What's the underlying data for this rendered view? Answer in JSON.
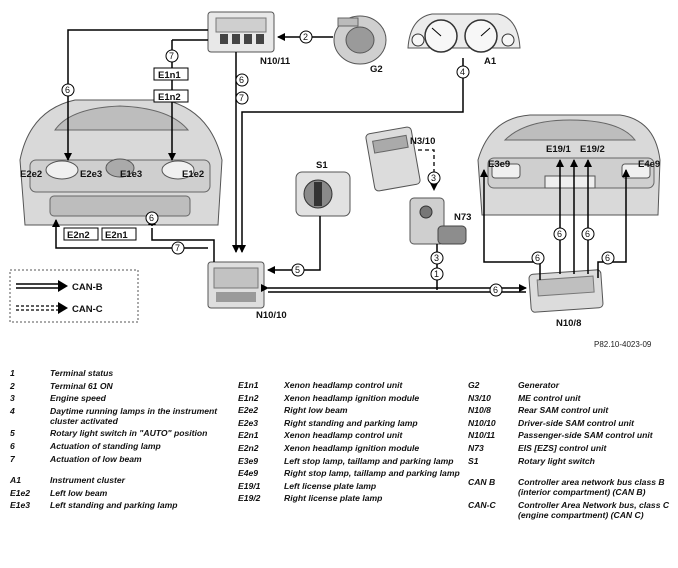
{
  "diagram": {
    "labels": {
      "n10_11": "N10/11",
      "g2": "G2",
      "a1": "A1",
      "e1n1": "E1n1",
      "e1n2": "E1n2",
      "e2e2": "E2e2",
      "e2e3": "E2e3",
      "e1e3": "E1e3",
      "e1e2": "E1e2",
      "e2n2": "E2n2",
      "e2n1": "E2n1",
      "s1": "S1",
      "n3_10": "N3/10",
      "n73": "N73",
      "e3e9": "E3e9",
      "e19_1": "E19/1",
      "e19_2": "E19/2",
      "e4e9": "E4e9",
      "n10_10": "N10/10",
      "n10_8": "N10/8",
      "can_b": "CAN-B",
      "can_c": "CAN-C"
    },
    "circles": {
      "c2": "2",
      "c4": "4",
      "c7a": "7",
      "c6a": "6",
      "c7b": "7",
      "c6b": "6",
      "c6c": "6",
      "c7c": "7",
      "c5": "5",
      "c3a": "3",
      "c3b": "3",
      "c1": "1",
      "c6d": "6",
      "c6e": "6",
      "c6f": "6",
      "c6g": "6",
      "c6h": "6"
    },
    "ref_code": "P82.10-4023-09"
  },
  "legend": {
    "col1": [
      {
        "k": "1",
        "v": "Terminal status"
      },
      {
        "k": "2",
        "v": "Terminal 61 ON"
      },
      {
        "k": "3",
        "v": "Engine speed"
      },
      {
        "k": "4",
        "v": "Daytime running lamps in the instrument cluster activated"
      },
      {
        "k": "5",
        "v": "Rotary light switch in \"AUTO\" position"
      },
      {
        "k": "6",
        "v": "Actuation of standing lamp"
      },
      {
        "k": "7",
        "v": "Actuation of low beam"
      },
      {
        "k": "",
        "v": ""
      },
      {
        "k": "A1",
        "v": "Instrument cluster"
      },
      {
        "k": "E1e2",
        "v": "Left low beam"
      },
      {
        "k": "E1e3",
        "v": "Left standing and parking lamp"
      }
    ],
    "col2": [
      {
        "k": "E1n1",
        "v": "Xenon headlamp control unit"
      },
      {
        "k": "E1n2",
        "v": "Xenon headlamp ignition module"
      },
      {
        "k": "E2e2",
        "v": "Right low beam"
      },
      {
        "k": "E2e3",
        "v": "Right standing and parking lamp"
      },
      {
        "k": "E2n1",
        "v": "Xenon headlamp control unit"
      },
      {
        "k": "E2n2",
        "v": "Xenon headlamp ignition module"
      },
      {
        "k": "E3e9",
        "v": "Left stop lamp, taillamp and parking lamp"
      },
      {
        "k": "E4e9",
        "v": "Right stop lamp, taillamp and parking lamp"
      },
      {
        "k": "E19/1",
        "v": "Left license plate lamp"
      },
      {
        "k": "E19/2",
        "v": "Right license plate lamp"
      }
    ],
    "col3": [
      {
        "k": "G2",
        "v": "Generator"
      },
      {
        "k": "N3/10",
        "v": "ME control unit"
      },
      {
        "k": "N10/8",
        "v": "Rear SAM control unit"
      },
      {
        "k": "N10/10",
        "v": "Driver-side SAM control unit"
      },
      {
        "k": "N10/11",
        "v": "Passenger-side SAM control unit"
      },
      {
        "k": "N73",
        "v": "EIS [EZS] control unit"
      },
      {
        "k": "S1",
        "v": "Rotary light switch"
      },
      {
        "k": "",
        "v": ""
      },
      {
        "k": "CAN B",
        "v": "Controller area network bus class B (interior compartment) (CAN B)"
      },
      {
        "k": "CAN-C",
        "v": "Controller Area Network bus, class C (engine compartment) (CAN C)"
      }
    ]
  }
}
